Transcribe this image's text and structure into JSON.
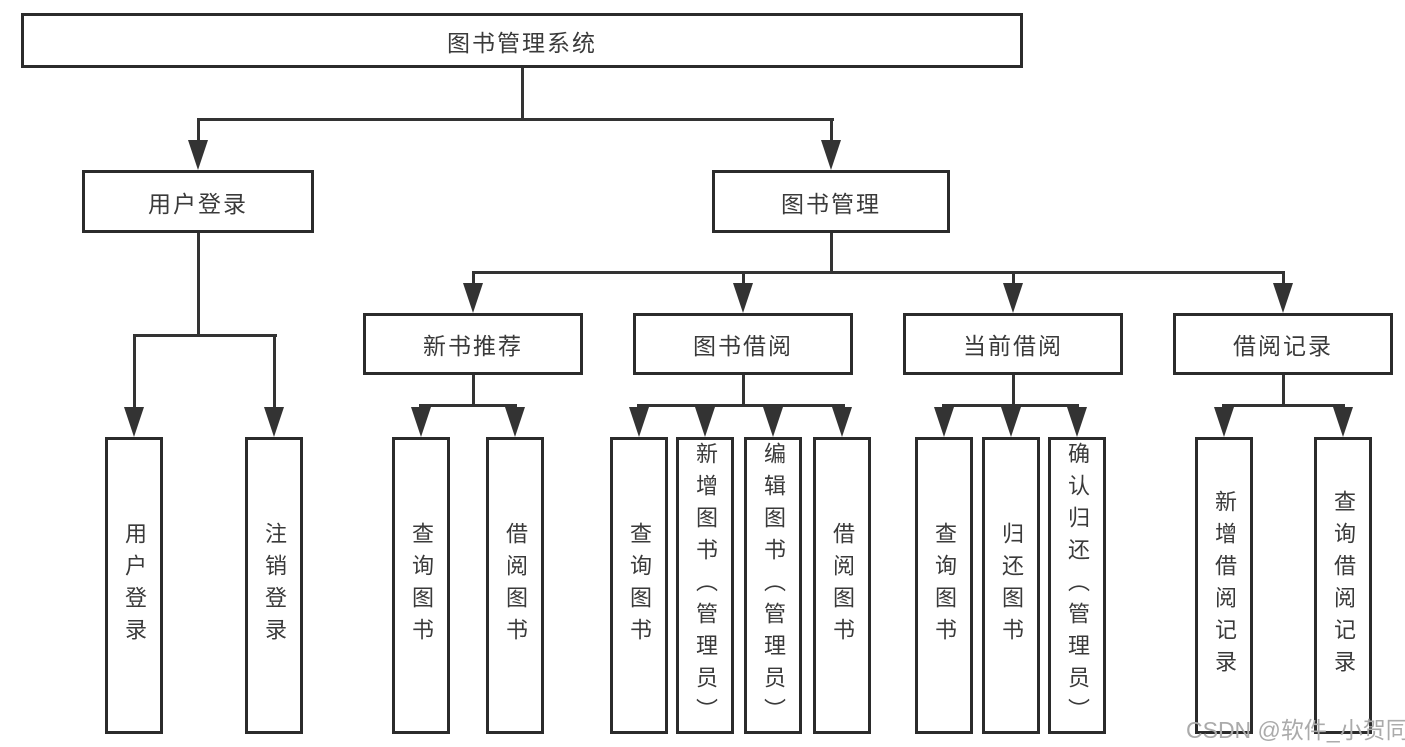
{
  "diagram": {
    "type": "hierarchy-tree",
    "root": {
      "label": "图书管理系统"
    },
    "branches": [
      {
        "label": "用户登录",
        "children": [
          {
            "label": "用户登录"
          },
          {
            "label": "注销登录"
          }
        ]
      },
      {
        "label": "图书管理",
        "children": [
          {
            "label": "新书推荐",
            "children": [
              {
                "label": "查询图书"
              },
              {
                "label": "借阅图书"
              }
            ]
          },
          {
            "label": "图书借阅",
            "children": [
              {
                "label": "查询图书"
              },
              {
                "label": "新增图书（管理员）"
              },
              {
                "label": "编辑图书（管理员）"
              },
              {
                "label": "借阅图书"
              }
            ]
          },
          {
            "label": "当前借阅",
            "children": [
              {
                "label": "查询图书"
              },
              {
                "label": "归还图书"
              },
              {
                "label": "确认归还（管理员）"
              }
            ]
          },
          {
            "label": "借阅记录",
            "children": [
              {
                "label": "新增借阅记录"
              },
              {
                "label": "查询借阅记录"
              }
            ]
          }
        ]
      }
    ]
  },
  "watermark": {
    "text": "CSDN @软件_小贺同学"
  },
  "colors": {
    "line": "#333333",
    "border": "#2b2b2b",
    "text": "#3a3a3a",
    "watermark": "#ababab",
    "background": "#ffffff"
  }
}
